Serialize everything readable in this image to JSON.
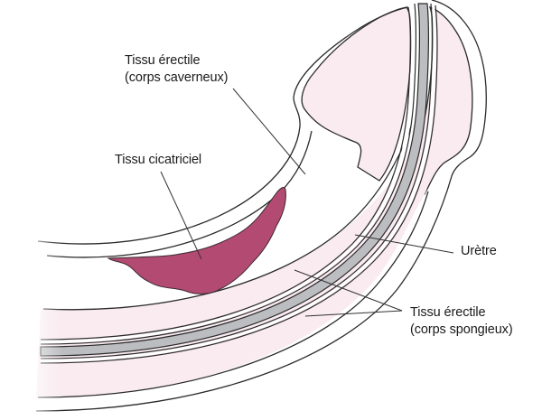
{
  "labels": {
    "corpus_cavernosum": {
      "line1": "Tissu érectile",
      "line2": "(corps caverneux)"
    },
    "scar_tissue": "Tissu cicatriciel",
    "urethra": "Urètre",
    "corpus_spongiosum": {
      "line1": "Tissu érectile",
      "line2": "(corps spongieux)"
    }
  },
  "colors": {
    "spongy_tissue_fill": "#f9ebf0",
    "urethra_fill": "#bcbdc0",
    "scar_fill": "#b34a72",
    "outline": "#2a2a2a",
    "leader_line": "#333333"
  }
}
